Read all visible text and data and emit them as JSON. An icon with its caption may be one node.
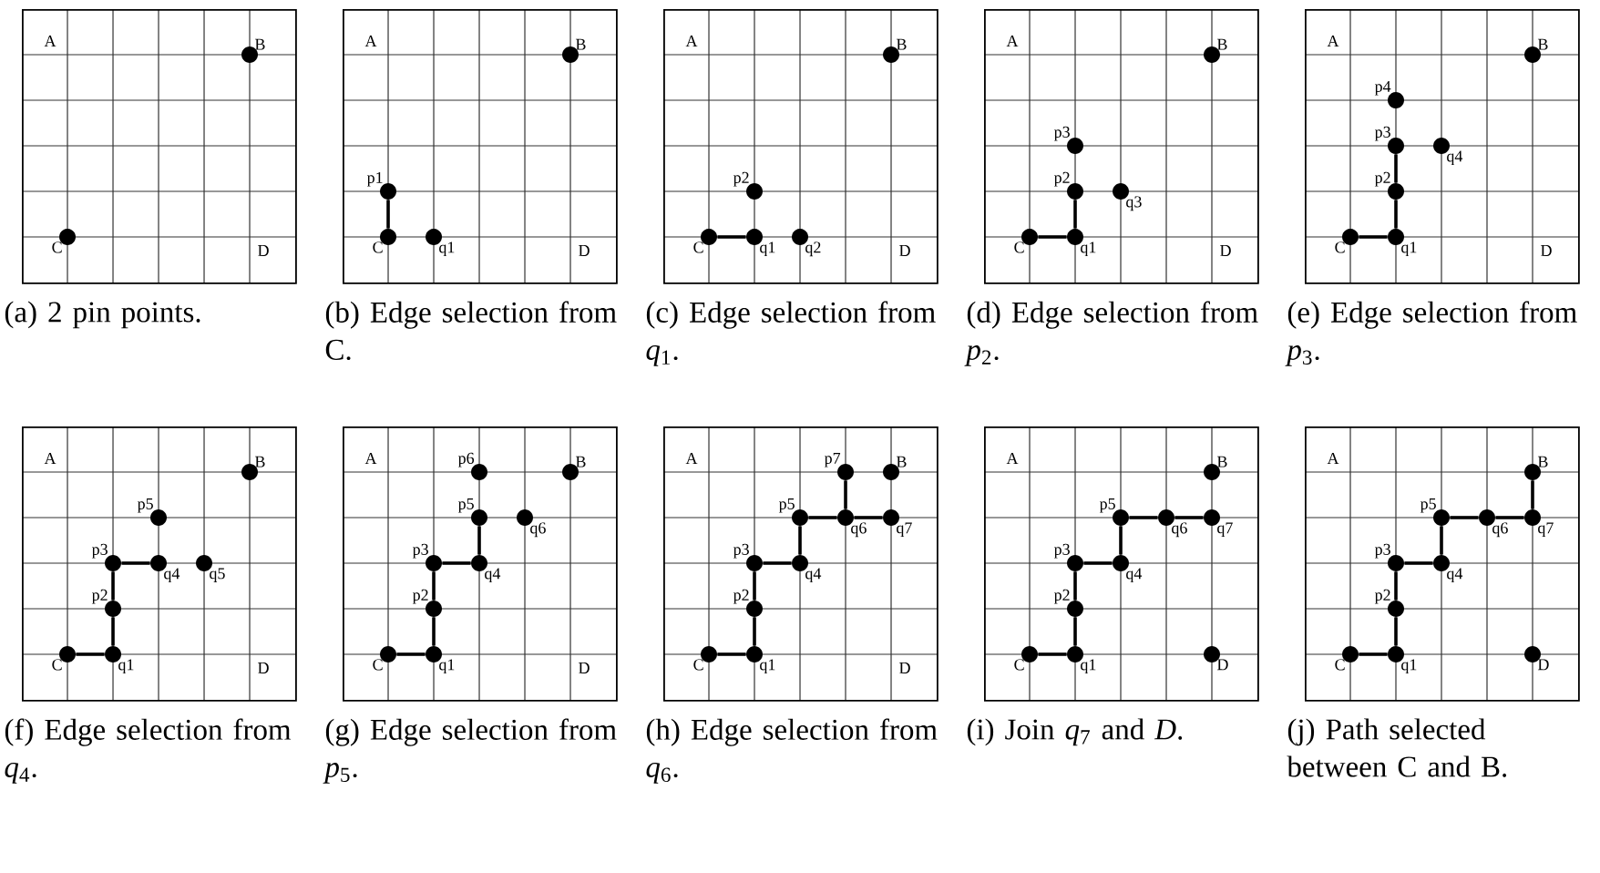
{
  "diagram": {
    "nodes": [
      {
        "text": [
          "(a) 2 pin points."
        ]
      },
      {
        "text": [],
        "shape": "circle",
        "beside": [
          "B"
        ],
        "in": 0
      },
      {
        "text": [],
        "shape": "circle",
        "beside": [
          "C"
        ],
        "in": 0
      },
      {
        "text": [
          "(b) Edge selection from C."
        ]
      },
      {
        "text": [],
        "shape": "circle",
        "beside": [
          "B"
        ],
        "in": 3
      },
      {
        "text": [],
        "shape": "circle",
        "beside": [
          "p1"
        ],
        "in": 3
      },
      {
        "text": [],
        "shape": "circle",
        "beside": [
          "C"
        ],
        "in": 3
      },
      {
        "text": [],
        "shape": "circle",
        "beside": [
          "q1"
        ],
        "in": 3
      },
      {
        "text": [
          "(c) Edge selection from *q*$_{1}$."
        ]
      },
      {
        "text": [],
        "shape": "circle",
        "beside": [
          "B"
        ],
        "in": 8
      },
      {
        "text": [],
        "shape": "circle",
        "beside": [
          "p2"
        ],
        "in": 8
      },
      {
        "text": [],
        "shape": "circle",
        "beside": [
          "C"
        ],
        "in": 8
      },
      {
        "text": [],
        "shape": "circle",
        "beside": [
          "q1"
        ],
        "in": 8
      },
      {
        "text": [],
        "shape": "circle",
        "beside": [
          "q2"
        ],
        "in": 8
      },
      {
        "text": [
          "(d) Edge selection from *p*$_{2}$."
        ]
      },
      {
        "text": [],
        "shape": "circle",
        "beside": [
          "B"
        ],
        "in": 14
      },
      {
        "text": [],
        "shape": "circle",
        "beside": [
          "p3"
        ],
        "in": 14
      },
      {
        "text": [],
        "shape": "circle",
        "beside": [
          "p2"
        ],
        "in": 14
      },
      {
        "text": [],
        "shape": "circle",
        "beside": [
          "q3"
        ],
        "in": 14
      },
      {
        "text": [],
        "shape": "circle",
        "beside": [
          "C"
        ],
        "in": 14
      },
      {
        "text": [],
        "shape": "circle",
        "beside": [
          "q1"
        ],
        "in": 14
      },
      {
        "text": [
          "(e) Edge selection from *p*$_{3}$."
        ]
      },
      {
        "text": [],
        "shape": "circle",
        "beside": [
          "B"
        ],
        "in": 21
      },
      {
        "text": [],
        "shape": "circle",
        "beside": [
          "p4"
        ],
        "in": 21
      },
      {
        "text": [],
        "shape": "circle",
        "beside": [
          "p3"
        ],
        "in": 21
      },
      {
        "text": [],
        "shape": "circle",
        "beside": [
          "q4"
        ],
        "in": 21
      },
      {
        "text": [],
        "shape": "circle",
        "beside": [
          "p2"
        ],
        "in": 21
      },
      {
        "text": [],
        "shape": "circle",
        "beside": [
          "C"
        ],
        "in": 21
      },
      {
        "text": [],
        "shape": "circle",
        "beside": [
          "q1"
        ],
        "in": 21
      },
      {
        "text": [
          "(f) Edge selection from *q*$_{4}$."
        ]
      },
      {
        "text": [],
        "shape": "circle",
        "beside": [
          "B"
        ],
        "in": 29
      },
      {
        "text": [],
        "shape": "circle",
        "beside": [
          "p5"
        ],
        "in": 29
      },
      {
        "text": [],
        "shape": "circle",
        "beside": [
          "p3"
        ],
        "in": 29
      },
      {
        "text": [],
        "shape": "circle",
        "beside": [
          "q4"
        ],
        "in": 29
      },
      {
        "text": [],
        "shape": "circle",
        "beside": [
          "q5"
        ],
        "in": 29
      },
      {
        "text": [],
        "shape": "circle",
        "beside": [
          "p2"
        ],
        "in": 29
      },
      {
        "text": [],
        "shape": "circle",
        "beside": [
          "C"
        ],
        "in": 29
      },
      {
        "text": [],
        "shape": "circle",
        "beside": [
          "q1"
        ],
        "in": 29
      },
      {
        "text": [
          "(g) Edge selection from *p*$_{5}$."
        ]
      },
      {
        "text": [],
        "shape": "circle",
        "beside": [
          "p6"
        ],
        "in": 38
      },
      {
        "text": [],
        "shape": "circle",
        "beside": [
          "B"
        ],
        "in": 38
      },
      {
        "text": [],
        "shape": "circle",
        "beside": [
          "p5"
        ],
        "in": 38
      },
      {
        "text": [],
        "shape": "circle",
        "beside": [
          "q6"
        ],
        "in": 38
      },
      {
        "text": [],
        "shape": "circle",
        "beside": [
          "p3"
        ],
        "in": 38
      },
      {
        "text": [],
        "shape": "circle",
        "beside": [
          "q4"
        ],
        "in": 38
      },
      {
        "text": [],
        "shape": "circle",
        "beside": [
          "p2"
        ],
        "in": 38
      },
      {
        "text": [],
        "shape": "circle",
        "beside": [
          "C"
        ],
        "in": 38
      },
      {
        "text": [],
        "shape": "circle",
        "beside": [
          "q1"
        ],
        "in": 38
      },
      {
        "text": [
          "(h) Edge selection from *q*$_{6}$."
        ]
      },
      {
        "text": [],
        "shape": "circle",
        "beside": [
          "p7"
        ],
        "in": 48
      },
      {
        "text": [],
        "shape": "circle",
        "beside": [
          "B"
        ],
        "in": 48
      },
      {
        "text": [],
        "shape": "circle",
        "beside": [
          "p5"
        ],
        "in": 48
      },
      {
        "text": [],
        "shape": "circle",
        "beside": [
          "q6"
        ],
        "in": 48
      },
      {
        "text": [],
        "shape": "circle",
        "beside": [
          "q7"
        ],
        "in": 48
      },
      {
        "text": [],
        "shape": "circle",
        "beside": [
          "p3"
        ],
        "in": 48
      },
      {
        "text": [],
        "shape": "circle",
        "beside": [
          "q4"
        ],
        "in": 48
      },
      {
        "text": [],
        "shape": "circle",
        "beside": [
          "p2"
        ],
        "in": 48
      },
      {
        "text": [],
        "shape": "circle",
        "beside": [
          "C"
        ],
        "in": 48
      },
      {
        "text": [],
        "shape": "circle",
        "beside": [
          "q1"
        ],
        "in": 48
      },
      {
        "text": [
          "(i) Join *q*$_{7}$ and *D*."
        ]
      },
      {
        "text": [],
        "shape": "circle",
        "beside": [
          "B"
        ],
        "in": 59
      },
      {
        "text": [],
        "shape": "circle",
        "beside": [
          "p5"
        ],
        "in": 59
      },
      {
        "text": [],
        "shape": "circle",
        "beside": [
          "q6"
        ],
        "in": 59
      },
      {
        "text": [],
        "shape": "circle",
        "beside": [
          "q7"
        ],
        "in": 59
      },
      {
        "text": [],
        "shape": "circle",
        "beside": [
          "p3"
        ],
        "in": 59
      },
      {
        "text": [],
        "shape": "circle",
        "beside": [
          "q4"
        ],
        "in": 59
      },
      {
        "text": [],
        "shape": "circle",
        "beside": [
          "p2"
        ],
        "in": 59
      },
      {
        "text": [],
        "shape": "circle",
        "beside": [
          "C"
        ],
        "in": 59
      },
      {
        "text": [],
        "shape": "circle",
        "beside": [
          "q1"
        ],
        "in": 59
      },
      {
        "text": [],
        "shape": "circle",
        "beside": [
          "D"
        ],
        "in": 59
      },
      {
        "text": [
          "(j) Path selected between C and B."
        ]
      },
      {
        "text": [],
        "shape": "circle",
        "beside": [
          "B"
        ],
        "in": 70
      },
      {
        "text": [],
        "shape": "circle",
        "beside": [
          "p5"
        ],
        "in": 70
      },
      {
        "text": [],
        "shape": "circle",
        "beside": [
          "q6"
        ],
        "in": 70
      },
      {
        "text": [],
        "shape": "circle",
        "beside": [
          "q7"
        ],
        "in": 70
      },
      {
        "text": [],
        "shape": "circle",
        "beside": [
          "p3"
        ],
        "in": 70
      },
      {
        "text": [],
        "shape": "circle",
        "beside": [
          "q4"
        ],
        "in": 70
      },
      {
        "text": [],
        "shape": "circle",
        "beside": [
          "p2"
        ],
        "in": 70
      },
      {
        "text": [],
        "shape": "circle",
        "beside": [
          "C"
        ],
        "in": 70
      },
      {
        "text": [],
        "shape": "circle",
        "beside": [
          "q1"
        ],
        "in": 70
      },
      {
        "text": [],
        "shape": "circle",
        "beside": [
          "D"
        ],
        "in": 70
      }
    ],
    "edges": [
      {
        "from": 6,
        "to": 5,
        "arrow": "none"
      },
      {
        "from": 11,
        "to": 12,
        "arrow": "none"
      },
      {
        "from": 19,
        "to": 20,
        "arrow": "none"
      },
      {
        "from": 20,
        "to": 17,
        "arrow": "none"
      },
      {
        "from": 27,
        "to": 28,
        "arrow": "none"
      },
      {
        "from": 28,
        "to": 26,
        "arrow": "none"
      },
      {
        "from": 26,
        "to": 24,
        "arrow": "none"
      },
      {
        "from": 36,
        "to": 37,
        "arrow": "none"
      },
      {
        "from": 37,
        "to": 35,
        "arrow": "none"
      },
      {
        "from": 35,
        "to": 32,
        "arrow": "none"
      },
      {
        "from": 32,
        "to": 33,
        "arrow": "none"
      },
      {
        "from": 46,
        "to": 47,
        "arrow": "none"
      },
      {
        "from": 47,
        "to": 45,
        "arrow": "none"
      },
      {
        "from": 45,
        "to": 43,
        "arrow": "none"
      },
      {
        "from": 43,
        "to": 44,
        "arrow": "none"
      },
      {
        "from": 44,
        "to": 41,
        "arrow": "none"
      },
      {
        "from": 57,
        "to": 58,
        "arrow": "none"
      },
      {
        "from": 58,
        "to": 56,
        "arrow": "none"
      },
      {
        "from": 56,
        "to": 54,
        "arrow": "none"
      },
      {
        "from": 54,
        "to": 55,
        "arrow": "none"
      },
      {
        "from": 55,
        "to": 51,
        "arrow": "none"
      },
      {
        "from": 51,
        "to": 52,
        "arrow": "none"
      },
      {
        "from": 52,
        "to": 49,
        "arrow": "none"
      },
      {
        "from": 52,
        "to": 53,
        "arrow": "none"
      },
      {
        "from": 67,
        "to": 68,
        "arrow": "none"
      },
      {
        "from": 68,
        "to": 66,
        "arrow": "none"
      },
      {
        "from": 66,
        "to": 64,
        "arrow": "none"
      },
      {
        "from": 64,
        "to": 65,
        "arrow": "none"
      },
      {
        "from": 65,
        "to": 61,
        "arrow": "none"
      },
      {
        "from": 61,
        "to": 62,
        "arrow": "none"
      },
      {
        "from": 62,
        "to": 63,
        "arrow": "none"
      },
      {
        "from": 78,
        "to": 79,
        "arrow": "none"
      },
      {
        "from": 79,
        "to": 77,
        "arrow": "none"
      },
      {
        "from": 77,
        "to": 75,
        "arrow": "none"
      },
      {
        "from": 75,
        "to": 76,
        "arrow": "none"
      },
      {
        "from": 76,
        "to": 72,
        "arrow": "none"
      },
      {
        "from": 72,
        "to": 73,
        "arrow": "none"
      },
      {
        "from": 73,
        "to": 74,
        "arrow": "none"
      },
      {
        "from": 74,
        "to": 71,
        "arrow": "none"
      }
    ],
    "labels": [
      "A",
      "D",
      "A",
      "D",
      "A",
      "D",
      "A",
      "D",
      "A",
      "D",
      "A",
      "D",
      "A",
      "D",
      "A",
      "D",
      "A",
      "A"
    ]
  }
}
